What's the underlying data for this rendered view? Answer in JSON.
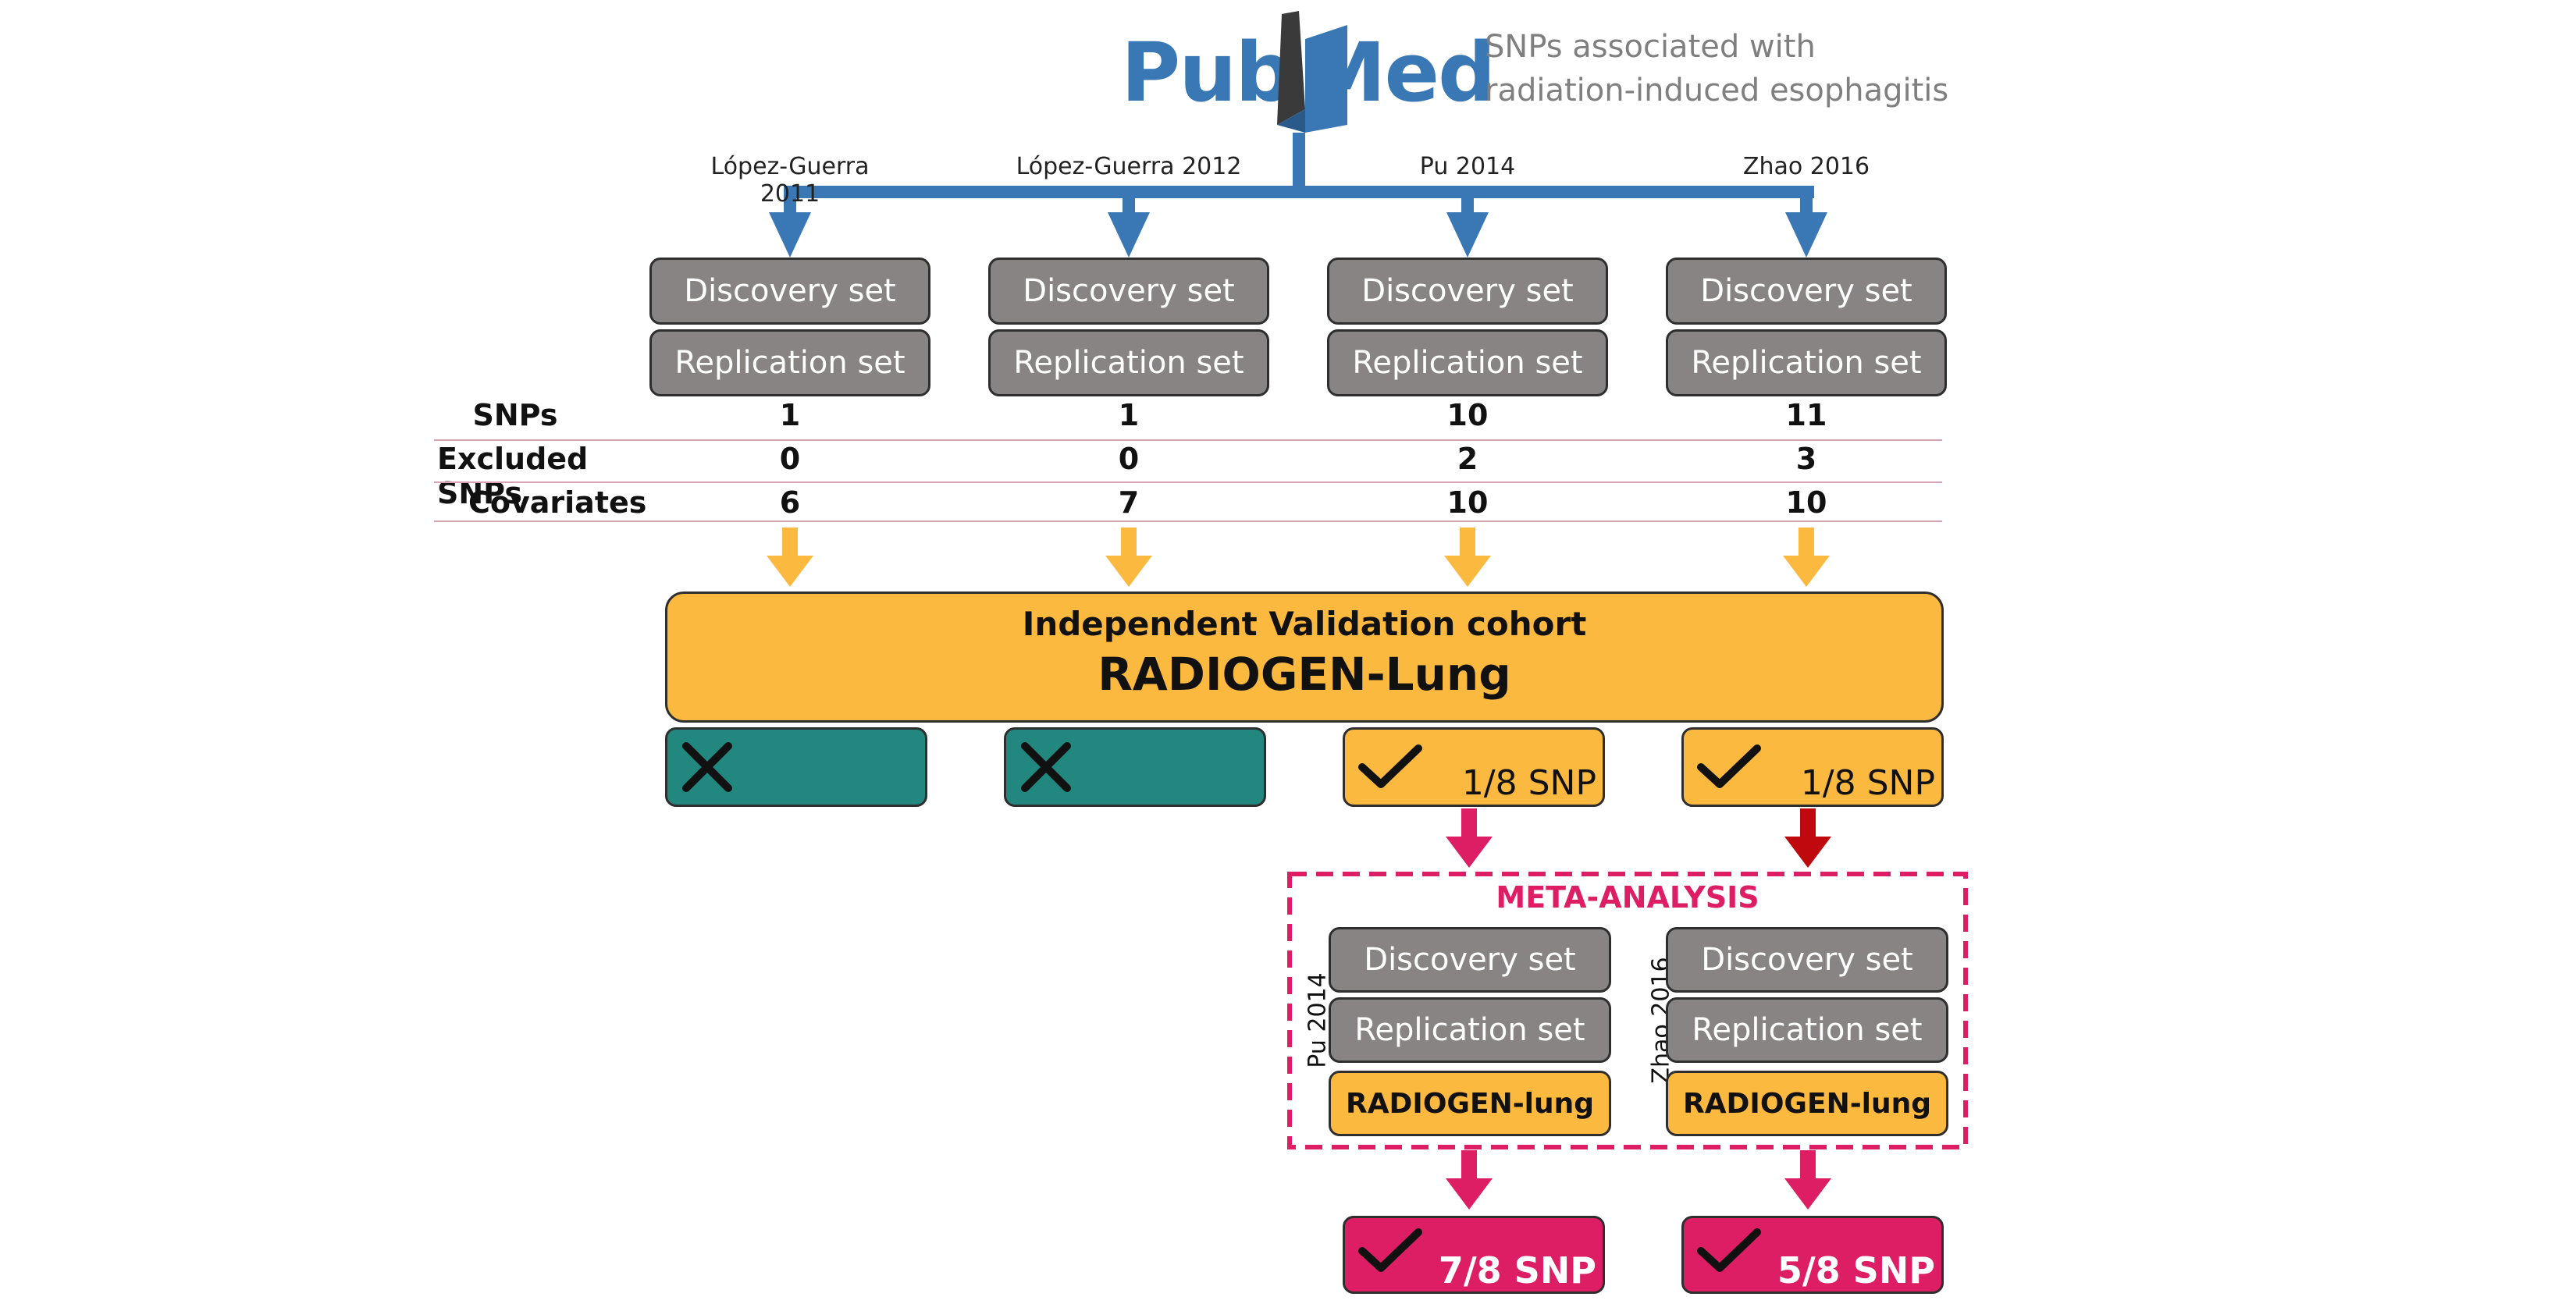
{
  "header": {
    "logo_pub": "Pub",
    "logo_med": "Med",
    "subtitle_line1": "SNPs associated with",
    "subtitle_line2": "radiation-induced esophagitis"
  },
  "studies": [
    {
      "name": "López-Guerra 2011",
      "snps": "1",
      "excluded": "0",
      "covariates": "6",
      "result": "fail"
    },
    {
      "name": "López-Guerra 2012",
      "snps": "1",
      "excluded": "0",
      "covariates": "7",
      "result": "fail"
    },
    {
      "name": "Pu 2014",
      "snps": "10",
      "excluded": "2",
      "covariates": "10",
      "result": "pass",
      "result_label": "1/8 SNP"
    },
    {
      "name": "Zhao 2016",
      "snps": "11",
      "excluded": "3",
      "covariates": "10",
      "result": "pass",
      "result_label": "1/8 SNP"
    }
  ],
  "set_labels": {
    "discovery": "Discovery set",
    "replication": "Replication set"
  },
  "row_labels": {
    "snps": "SNPs",
    "excluded": "Excluded SNPs",
    "covariates": "Covariates"
  },
  "validation": {
    "line1": "Independent Validation cohort",
    "line2": "RADIOGEN-Lung"
  },
  "meta": {
    "title": "META-ANALYSIS",
    "groups": [
      {
        "study": "Pu 2014",
        "discovery": "Discovery set",
        "replication": "Replication set",
        "cohort": "RADIOGEN-lung",
        "final": "7/8 SNP"
      },
      {
        "study": "Zhao 2016",
        "discovery": "Discovery set",
        "replication": "Replication set",
        "cohort": "RADIOGEN-lung",
        "final": "5/8 SNP"
      }
    ]
  },
  "colors": {
    "blue": "#3a78b5",
    "grey_box": "#888484",
    "orange": "#fcb940",
    "teal": "#21877f",
    "pink": "#de1e64",
    "dark_red": "#c0090f"
  },
  "icons": {
    "fail": "x-icon",
    "pass": "check-icon",
    "logo_book": "book-icon"
  }
}
